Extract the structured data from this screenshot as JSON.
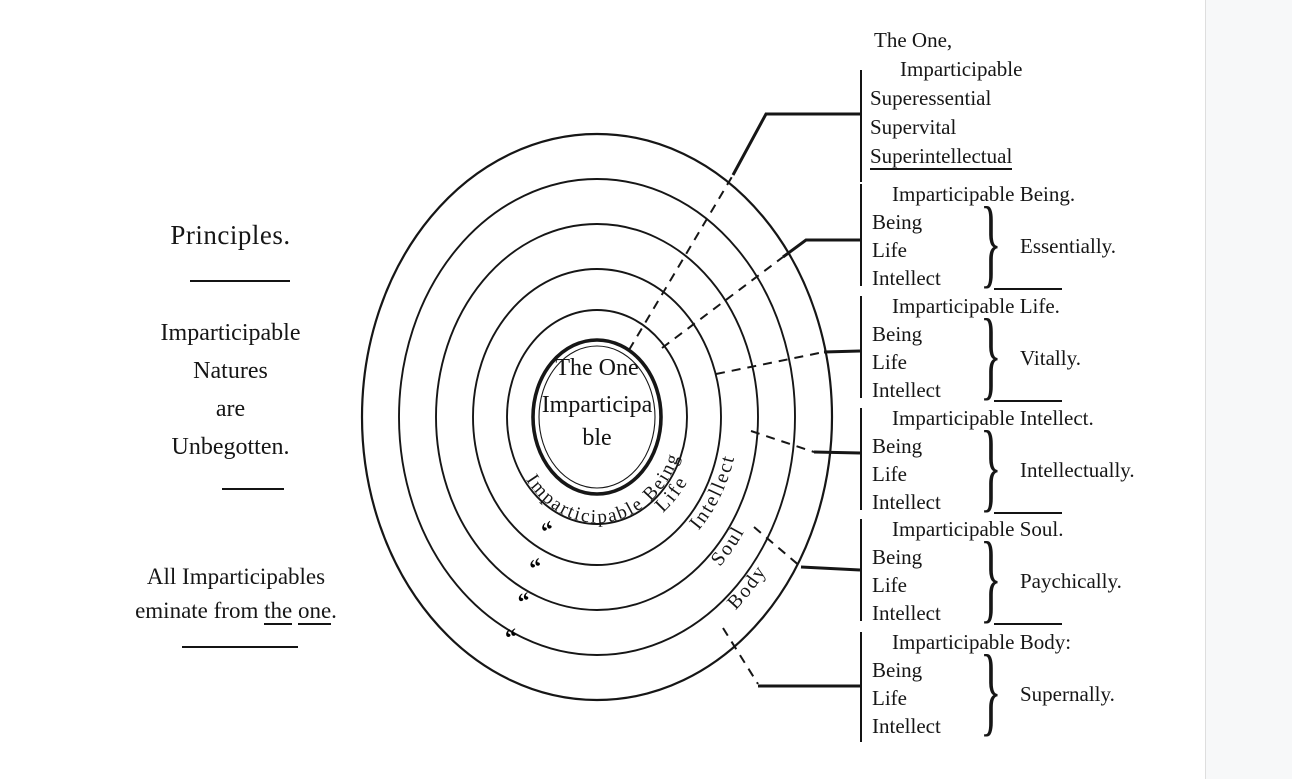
{
  "left_column": {
    "title": "Principles.",
    "statement_lines": [
      "Imparticipable",
      "Natures",
      "are",
      "Unbegotten."
    ],
    "note_line1": "All Imparticipables",
    "note_prefix": "eminate from ",
    "note_word1": "the",
    "note_word2": "one",
    "note_suffix": "."
  },
  "diagram": {
    "center_lines": [
      "The One",
      "Imparticipa",
      "ble"
    ],
    "ring_labels": [
      "Imparticipable Being",
      "Life",
      "Intellect",
      "Soul",
      "Body"
    ],
    "ditto_mark": "“"
  },
  "right_column": {
    "brace_char": "}",
    "top_block": {
      "line1": "The One,",
      "line2": "Imparticipable",
      "line3": "Superessential",
      "line4": "Supervital",
      "line5": "Superintellectual"
    },
    "groups": [
      {
        "heading": "Imparticipable Being.",
        "terms": [
          "Being",
          "Life",
          "Intellect"
        ],
        "adverb": "Essentially."
      },
      {
        "heading": "Imparticipable Life.",
        "terms": [
          "Being",
          "Life",
          "Intellect"
        ],
        "adverb": "Vitally."
      },
      {
        "heading": "Imparticipable Intellect.",
        "terms": [
          "Being",
          "Life",
          "Intellect"
        ],
        "adverb": "Intellectually."
      },
      {
        "heading": "Imparticipable Soul.",
        "terms": [
          "Being",
          "Life",
          "Intellect"
        ],
        "adverb": "Paychically."
      },
      {
        "heading": "Imparticipable Body:",
        "terms": [
          "Being",
          "Life",
          "Intellect"
        ],
        "adverb": "Supernally."
      }
    ]
  },
  "colors": {
    "ink": "#161616",
    "paper": "#ffffff",
    "edge_strip": "#f7f8f9"
  }
}
